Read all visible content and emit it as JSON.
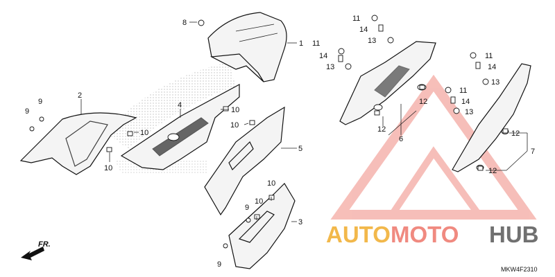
{
  "diagram_code": "MKW4F2310",
  "front_marker": "FR.",
  "watermark": {
    "word_a": "AUTO",
    "word_b": "MOTO",
    "word_c": "HUB",
    "color_a": "#f2b84b",
    "color_b": "#f08a80",
    "color_c": "#707070"
  },
  "callouts": {
    "c1": "1",
    "c2": "2",
    "c3": "3",
    "c4": "4",
    "c5": "5",
    "c6": "6",
    "c7": "7",
    "c8": "8",
    "c9a": "9",
    "c9b": "9",
    "c9c": "9",
    "c9d": "9",
    "c10a": "10",
    "c10b": "10",
    "c10c": "10",
    "c10d": "10",
    "c10e": "10",
    "c11a": "11",
    "c11b": "11",
    "c11c": "11",
    "c11d": "11",
    "c12a": "12",
    "c12b": "12",
    "c12c": "12",
    "c12d": "12",
    "c13a": "13",
    "c13b": "13",
    "c13c": "13",
    "c13d": "13",
    "c14a": "14",
    "c14b": "14",
    "c14c": "14",
    "c14d": "14"
  }
}
